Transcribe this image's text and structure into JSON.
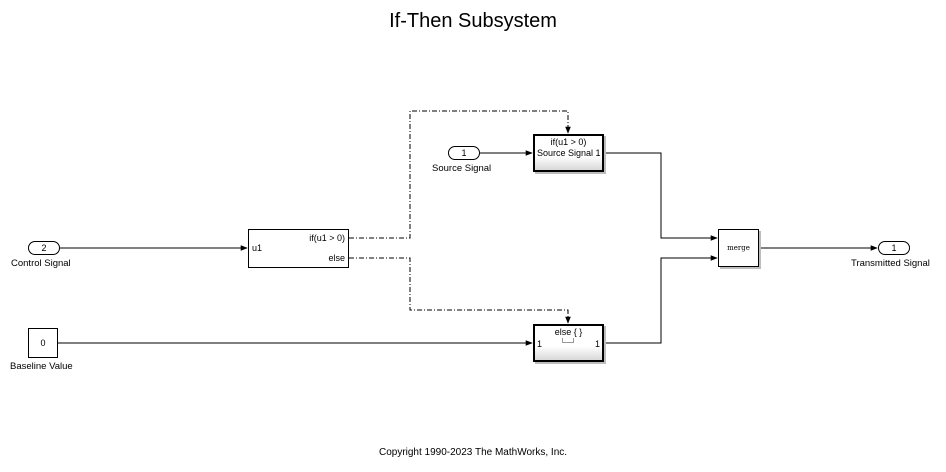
{
  "title": "If-Then Subsystem",
  "copyright": "Copyright 1990-2023 The MathWorks, Inc.",
  "inports": {
    "control": {
      "number": "2",
      "label": "Control Signal"
    },
    "source": {
      "number": "1",
      "label": "Source Signal"
    }
  },
  "constant": {
    "value": "0",
    "label": "Baseline Value"
  },
  "if_block": {
    "input_label": "u1",
    "if_output_label": "if(u1 > 0)",
    "else_output_label": "else"
  },
  "if_action_subsystem": {
    "action_label": "if(u1 > 0)",
    "port_labels": "Source Signal 1"
  },
  "else_action_subsystem": {
    "action_label": "else { }",
    "in_port": "1",
    "out_port": "1"
  },
  "merge_block": {
    "label": "merge"
  },
  "outport": {
    "number": "1",
    "label": "Transmitted Signal"
  }
}
